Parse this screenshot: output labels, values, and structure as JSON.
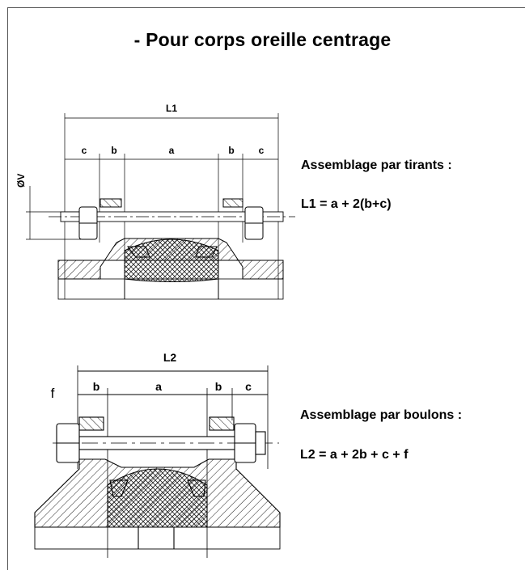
{
  "title": "- Pour corps oreille centrage",
  "section1": {
    "caption": "Assemblage par tirants :",
    "formula": "L1  =  a + 2(b+c)",
    "dims": {
      "L1": "L1",
      "c": "c",
      "b": "b",
      "a": "a",
      "v": "ØV"
    }
  },
  "section2": {
    "caption": "Assemblage par boulons :",
    "formula": "L2  =  a + 2b + c + f",
    "dims": {
      "L2": "L2",
      "f": "f",
      "b": "b",
      "a": "a",
      "c": "c"
    }
  }
}
